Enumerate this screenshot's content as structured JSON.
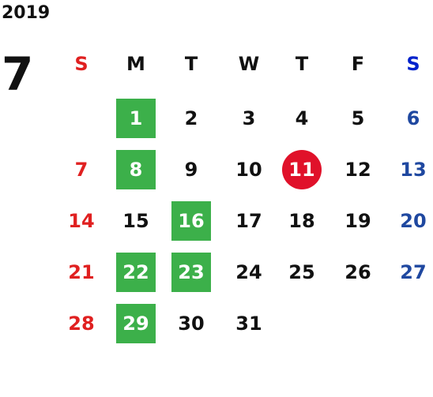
{
  "calendar": {
    "year": "2019",
    "month": "7",
    "colors": {
      "sunday": "#e02020",
      "saturday": "#1f48a0",
      "saturday_header": "#0022cc",
      "highlight": "#3cb04a",
      "today": "#e0112a",
      "text": "#111111"
    },
    "weekdays": [
      "S",
      "M",
      "T",
      "W",
      "T",
      "F",
      "S"
    ],
    "weeks": [
      [
        {
          "day": ""
        },
        {
          "day": "1",
          "highlight": true
        },
        {
          "day": "2"
        },
        {
          "day": "3"
        },
        {
          "day": "4"
        },
        {
          "day": "5"
        },
        {
          "day": "6"
        }
      ],
      [
        {
          "day": "7"
        },
        {
          "day": "8",
          "highlight": true
        },
        {
          "day": "9"
        },
        {
          "day": "10"
        },
        {
          "day": "11",
          "today": true
        },
        {
          "day": "12"
        },
        {
          "day": "13"
        }
      ],
      [
        {
          "day": "14"
        },
        {
          "day": "15"
        },
        {
          "day": "16",
          "highlight": true
        },
        {
          "day": "17"
        },
        {
          "day": "18"
        },
        {
          "day": "19"
        },
        {
          "day": "20"
        }
      ],
      [
        {
          "day": "21"
        },
        {
          "day": "22",
          "highlight": true
        },
        {
          "day": "23",
          "highlight": true
        },
        {
          "day": "24"
        },
        {
          "day": "25"
        },
        {
          "day": "26"
        },
        {
          "day": "27"
        }
      ],
      [
        {
          "day": "28"
        },
        {
          "day": "29",
          "highlight": true
        },
        {
          "day": "30"
        },
        {
          "day": "31"
        },
        {
          "day": ""
        },
        {
          "day": ""
        },
        {
          "day": ""
        }
      ]
    ]
  }
}
